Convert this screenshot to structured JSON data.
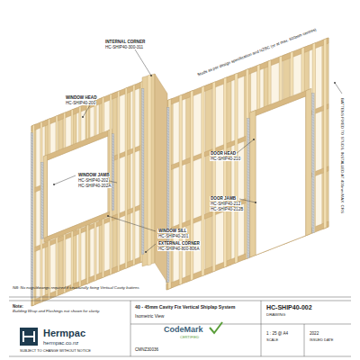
{
  "diagram": {
    "title": "40 - 45mm Cavity Fix Vertical Shiplap System",
    "labels": [
      "INTERNAL CORNER",
      "HC-SHIP40-300-311",
      "Studs as per design specification and NZBC (or at max. 600mm centres)",
      "WINDOW HEAD",
      "HC-SHIP40-200",
      "WINDOW JAMB",
      "HC-SHIP40-202",
      "HC-SHIP40-202A",
      "WINDOW SILL",
      "HC-SHIP40-201",
      "EXTERNAL CORNER",
      "HC-SHIP40-800-806A",
      "DOOR HEAD",
      "HC-SHIP40-210",
      "DOOR JAMB",
      "HC-SHIP40-212",
      "HC-SHIP40-212B",
      "BATTENS FIXED TO STUDS, INSTALLED AT 400mm MAX. CRS",
      "NB: No nogs/dwangs required if structurally fixing Vertical Cavity battens",
      "Note:",
      "Building Wrap and Flashings not shown for clarity.",
      "Hermpac",
      "hermpac.co.nz",
      "SUBJECT TO CHANGE WITHOUT NOTICE",
      "Isometric View",
      "CodeMark",
      "CERTIFIED",
      "CMNZ30036",
      "HC-SHIP40-002",
      "DRAWING",
      "1 : 25 @ A4",
      "2022",
      "SCALE",
      "ISSUED DATE"
    ]
  }
}
